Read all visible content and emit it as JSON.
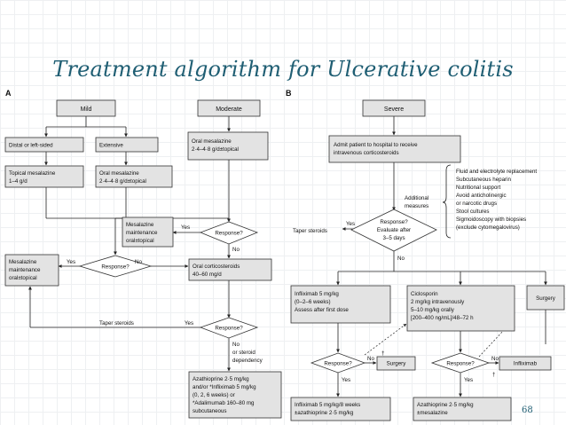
{
  "title": "Treatment algorithm for Ulcerative colitis",
  "slide_number": "68",
  "panel_a": {
    "label": "A",
    "mild": "Mild",
    "moderate": "Moderate",
    "distal": "Distal or left-sided",
    "extensive": "Extensive",
    "topical_mesalazine": [
      "Topical mesalazine",
      "1–4 g/d"
    ],
    "oral_mesalazine_ext": [
      "Oral mesalazine",
      "2·4–4·8 g/d±topical"
    ],
    "oral_mesalazine_mod": [
      "Oral mesalazine",
      "2·4–4·8 g/d±topical"
    ],
    "mesalazine_maint_mid": [
      "Mesalazine",
      "maintenance",
      "oral±topical"
    ],
    "response1": "Response?",
    "yes1": "Yes",
    "no1": "No",
    "mesalazine_maint_left": [
      "Mesalazine",
      "maintenance",
      "oral±topical"
    ],
    "response2": "Response?",
    "yes2": "Yes",
    "no2": "No",
    "oral_cortico": [
      "Oral corticosteroids",
      "40–60 mg/d"
    ],
    "taper": "Taper steroids",
    "yes3": "Yes",
    "response3": "Response?",
    "no3": [
      "No",
      "or steroid",
      "dependency"
    ],
    "azathioprine": [
      "Azathioprine 2·5 mg/kg",
      "and/or *Infliximab 5 mg/kg",
      "(0, 2, 6 weeks) or",
      "*Adalimumab 160–80 mg",
      "subcutaneous"
    ]
  },
  "panel_b": {
    "label": "B",
    "severe": "Severe",
    "admit": [
      "Admit patient to hospital to receive",
      "intravenous corticosteroids"
    ],
    "additional": [
      "Additional",
      "measures"
    ],
    "measures": [
      "Fluid and electrolyte replacement",
      "Subcutaneous heparin",
      "Nutritional support",
      "Avoid anticholinergic",
      "or narcotic drugs",
      "Stool cultures",
      "Sigmoidoscopy with biopsies",
      "(exclude cytomegalovirus)"
    ],
    "response": [
      "Response?",
      "Evaluate after",
      "3–5 days"
    ],
    "yes": "Yes",
    "taper": "Taper steroids",
    "no": "No",
    "infliximab": [
      "Infliximab 5 mg/kg",
      "(0–2–6 weeks)",
      "Assess after first dose"
    ],
    "ciclosporin": [
      "Ciclosporin",
      "2 mg/kg intravenously",
      "5–10 mg/kg orally",
      "[200–400 ng/mL]/48–72 h"
    ],
    "surgery_top": "Surgery",
    "response_l": "Response?",
    "no_l": "No",
    "surgery_mid": "Surgery",
    "yes_l": "Yes",
    "response_r": "Response?",
    "no_r": "No",
    "infliximab_r": "Infliximab",
    "yes_r": "Yes",
    "infliximab_maint": [
      "Infliximab 5 mg/kg/8 weeks",
      "±azathioprine 2·5 mg/kg"
    ],
    "azathioprine_maint": [
      "Azathioprine 2·5 mg/kg",
      "±mesalazine"
    ],
    "dagger_l": "†",
    "dagger_r": "†"
  }
}
